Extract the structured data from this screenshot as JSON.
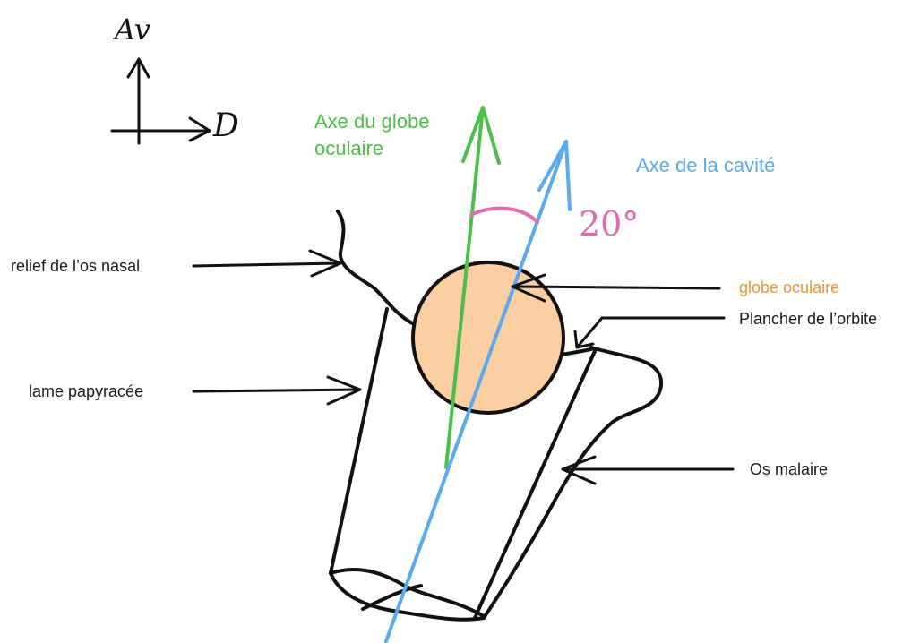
{
  "orientation": {
    "anterior": "Av",
    "right": "D"
  },
  "axes": {
    "globe_axis": {
      "label_line1": "Axe du globe",
      "label_line2": "oculaire",
      "color": "#4cbf4a"
    },
    "cavity_axis": {
      "label": "Axe de la cavité",
      "color": "#5aaaf0"
    },
    "angle": {
      "text": "20°",
      "color": "#e46ab0"
    }
  },
  "labels": {
    "nasal_relief": "relief de l’os nasal",
    "lamina_papyracea": "lame papyracée",
    "eyeball": "globe oculaire",
    "orbital_floor": "Plancher de l’orbite",
    "zygomatic_bone": "Os malaire"
  },
  "colors": {
    "eyeball_fill": "#fbcfa2",
    "eyeball_label": "#f29338",
    "ink": "#111111"
  }
}
